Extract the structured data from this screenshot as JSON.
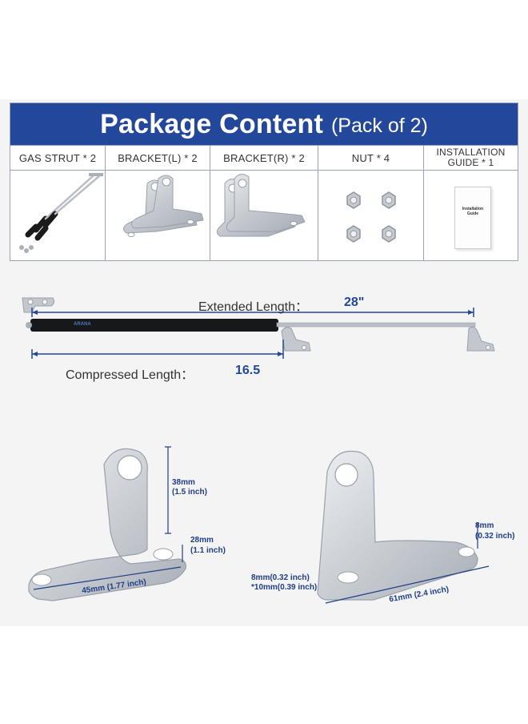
{
  "header": {
    "title": "Package Content",
    "subtitle": "(Pack of 2)"
  },
  "items": [
    {
      "label": "GAS STRUT * 2",
      "icon": "gas-strut-pair-icon"
    },
    {
      "label": "BRACKET(L) * 2",
      "icon": "bracket-left-icon"
    },
    {
      "label": "BRACKET(R) * 2",
      "icon": "bracket-right-icon"
    },
    {
      "label": "NUT * 4",
      "icon": "hex-nut-icon"
    },
    {
      "label_line1": "INSTALLATION",
      "label_line2": "GUIDE * 1",
      "icon": "installation-guide-icon"
    }
  ],
  "guide_cover": {
    "line1": "Installation",
    "line2": "Guide"
  },
  "strut": {
    "brand": "ARANA",
    "extended_label": "Extended Length：",
    "extended_value": "28\"",
    "compressed_label": "Compressed Length：",
    "compressed_value": "16.5"
  },
  "bracket_left_dims": {
    "height": "38mm",
    "height_in": "(1.5 inch)",
    "base_height": "28mm",
    "base_height_in": "(1.1 inch)",
    "width": "45mm (1.77 inch)"
  },
  "bracket_right_dims": {
    "hole": "8mm",
    "hole_in": "(0.32 inch)",
    "slot1": "8mm(0.32 inch)",
    "slot2": "*10mm(0.39 inch)",
    "width": "61mm (2.4 inch)"
  },
  "colors": {
    "brand_blue": "#23479a",
    "dimension_blue": "#1f3e86",
    "panel_bg": "#f4f4f4"
  }
}
